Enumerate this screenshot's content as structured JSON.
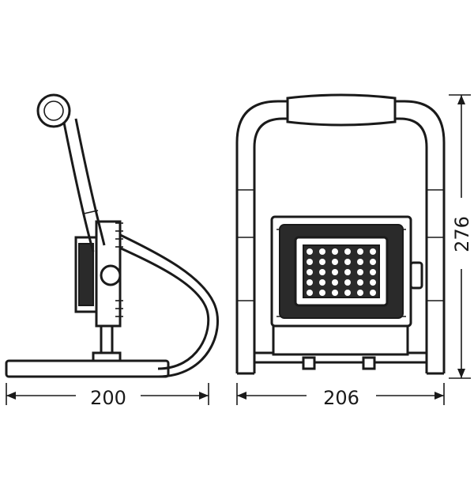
{
  "dimensions": {
    "width_side": "200",
    "width_front": "206",
    "height_front": "276"
  },
  "colors": {
    "line": "#1a1a1a",
    "panel": "#2a2a2a",
    "background": "#ffffff"
  },
  "led_grid": {
    "rows": 5,
    "cols": 6
  }
}
